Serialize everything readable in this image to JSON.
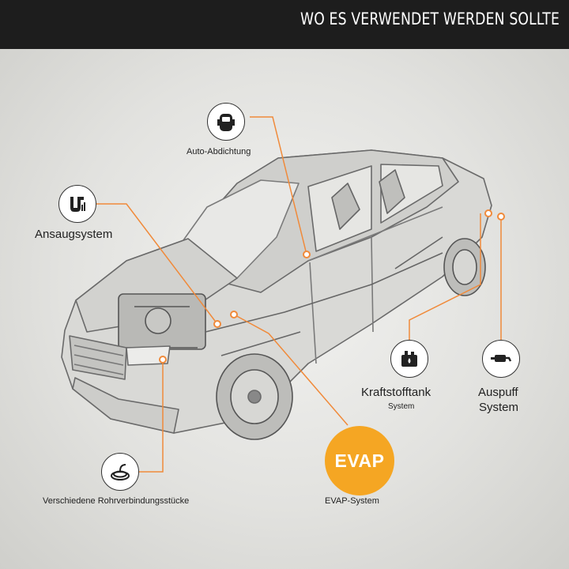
{
  "header": {
    "title": "WO ES VERWENDET WERDEN SOLLTE"
  },
  "colors": {
    "accent": "#f5a623",
    "line": "#f08a3a",
    "header_bg": "#1d1d1d"
  },
  "callouts": {
    "sealing": {
      "label": "Auto-Abdichtung",
      "icon": "car-door-icon"
    },
    "intake": {
      "label": "Ansaugsystem",
      "icon": "intake-pipe-icon"
    },
    "fuel_tank": {
      "label": "Kraftstofftank",
      "sublabel": "System",
      "icon": "fuel-tank-icon"
    },
    "exhaust": {
      "label": "Auspuff",
      "sublabel": "System",
      "icon": "muffler-icon"
    },
    "hoses": {
      "label": "Verschiedene Rohrverbindungsstücke",
      "icon": "coiled-hose-icon"
    },
    "evap": {
      "badge": "EVAP",
      "label": "EVAP-System"
    }
  }
}
